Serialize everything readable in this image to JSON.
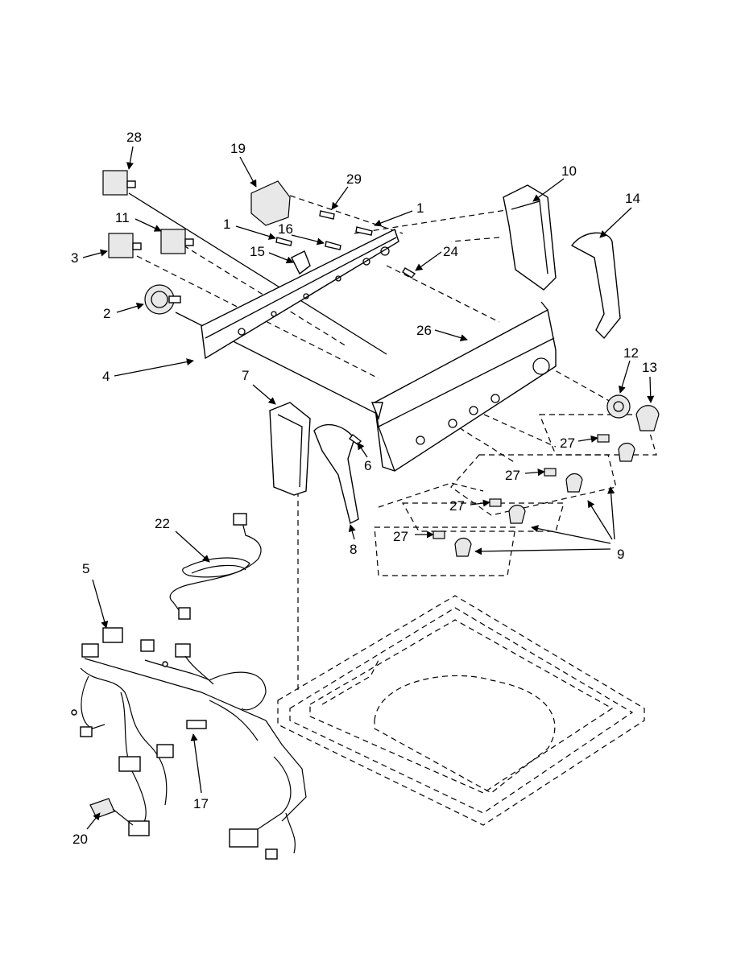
{
  "callouts": [
    "28",
    "19",
    "29",
    "1",
    "11",
    "1",
    "16",
    "3",
    "15",
    "24",
    "10",
    "14",
    "2",
    "26",
    "4",
    "7",
    "12",
    "13",
    "6",
    "27",
    "27",
    "27",
    "27",
    "9",
    "22",
    "8",
    "5",
    "17",
    "20"
  ]
}
